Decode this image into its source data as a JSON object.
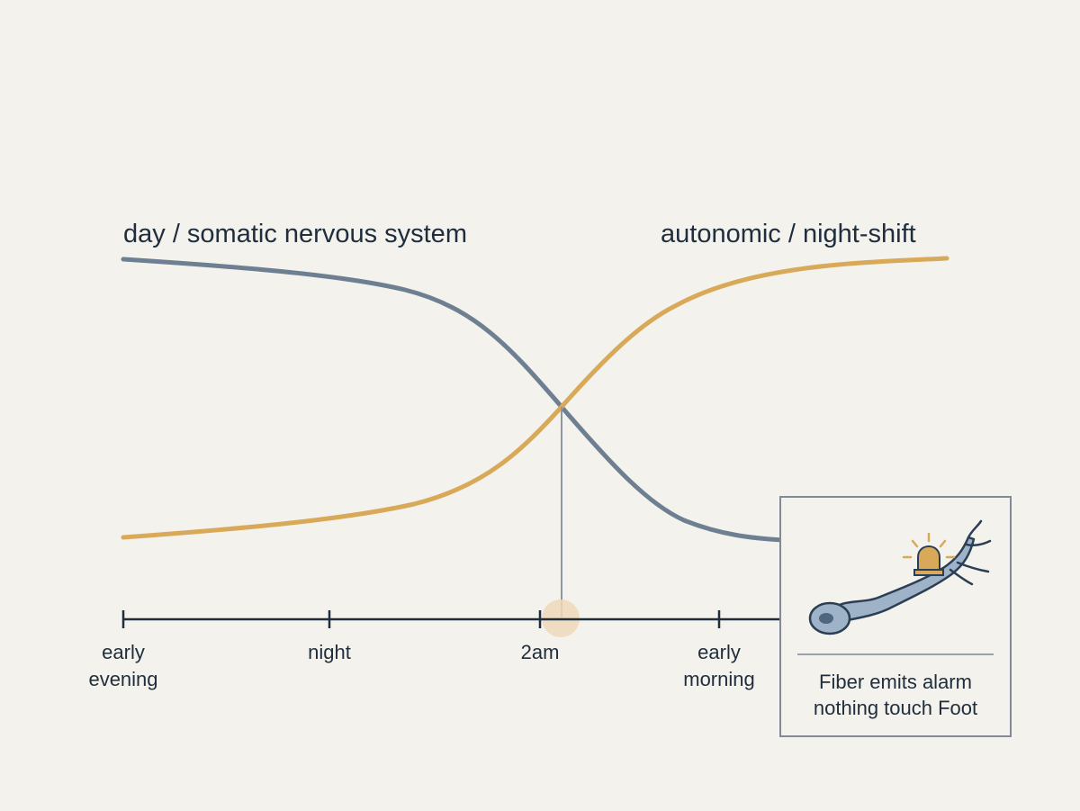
{
  "labels": {
    "left_curve": "day / somatic nervous system",
    "right_curve": "autonomic / night-shift"
  },
  "timeline": {
    "ticks": [
      {
        "line1": "early",
        "line2": "evening"
      },
      {
        "line1": "night",
        "line2": ""
      },
      {
        "line1": "2am",
        "line2": ""
      },
      {
        "line1": "early",
        "line2": "morning"
      }
    ]
  },
  "callout": {
    "caption_line1": "Fiber emits alarm",
    "caption_line2": "nothing touch Foot"
  },
  "colors": {
    "somatic": "#6e7f92",
    "autonomic": "#d9a95a",
    "axis": "#1f2d3d",
    "marker": "#efd8b8",
    "nerve_fill": "#9fb3c8",
    "nerve_stroke": "#2c3e55",
    "alarm": "#d9a95a"
  },
  "icons": [
    "neuron-icon",
    "alarm-light-icon"
  ]
}
